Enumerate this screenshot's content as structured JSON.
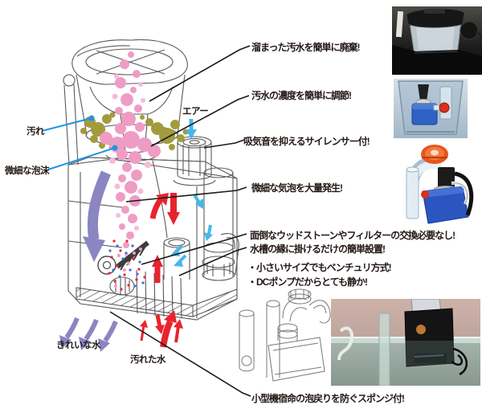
{
  "diagram_labels": {
    "dirt": "汚れ",
    "fine_foam": "微細な泡沫",
    "air": "エアー",
    "clean_water": "きれいな水",
    "dirty_water": "汚れた水"
  },
  "callouts": {
    "discard": "溜まった汚水を簡単に廃棄!",
    "adjust": "汚水の濃度を簡単に調節!",
    "silencer": "吸気音を抑えるサイレンサー付!",
    "bubbles": "微細な気泡を大量発生!",
    "no_replace": "面倒なウッドストーンやフィルターの交換必要なし!",
    "easy_install": "水槽の縁に掛けるだけの簡単設置!",
    "venturi": "・小さいサイズでもベンチュリ方式!",
    "quiet": "・DCポンプだからとても静か!",
    "sponge": "小型機宿命の泡戻りを防ぐスポンジ付!"
  },
  "colors": {
    "bubble_pink": "#ef9cc5",
    "bubble_pink_light": "#f6bcd9",
    "dirt_olive": "#a29b3d",
    "arrow_purple": "#8b85c1",
    "arrow_red": "#e8232d",
    "arrow_cyan": "#45b8ea",
    "label_line_blue": "#1e96e0",
    "text": "#231815"
  }
}
